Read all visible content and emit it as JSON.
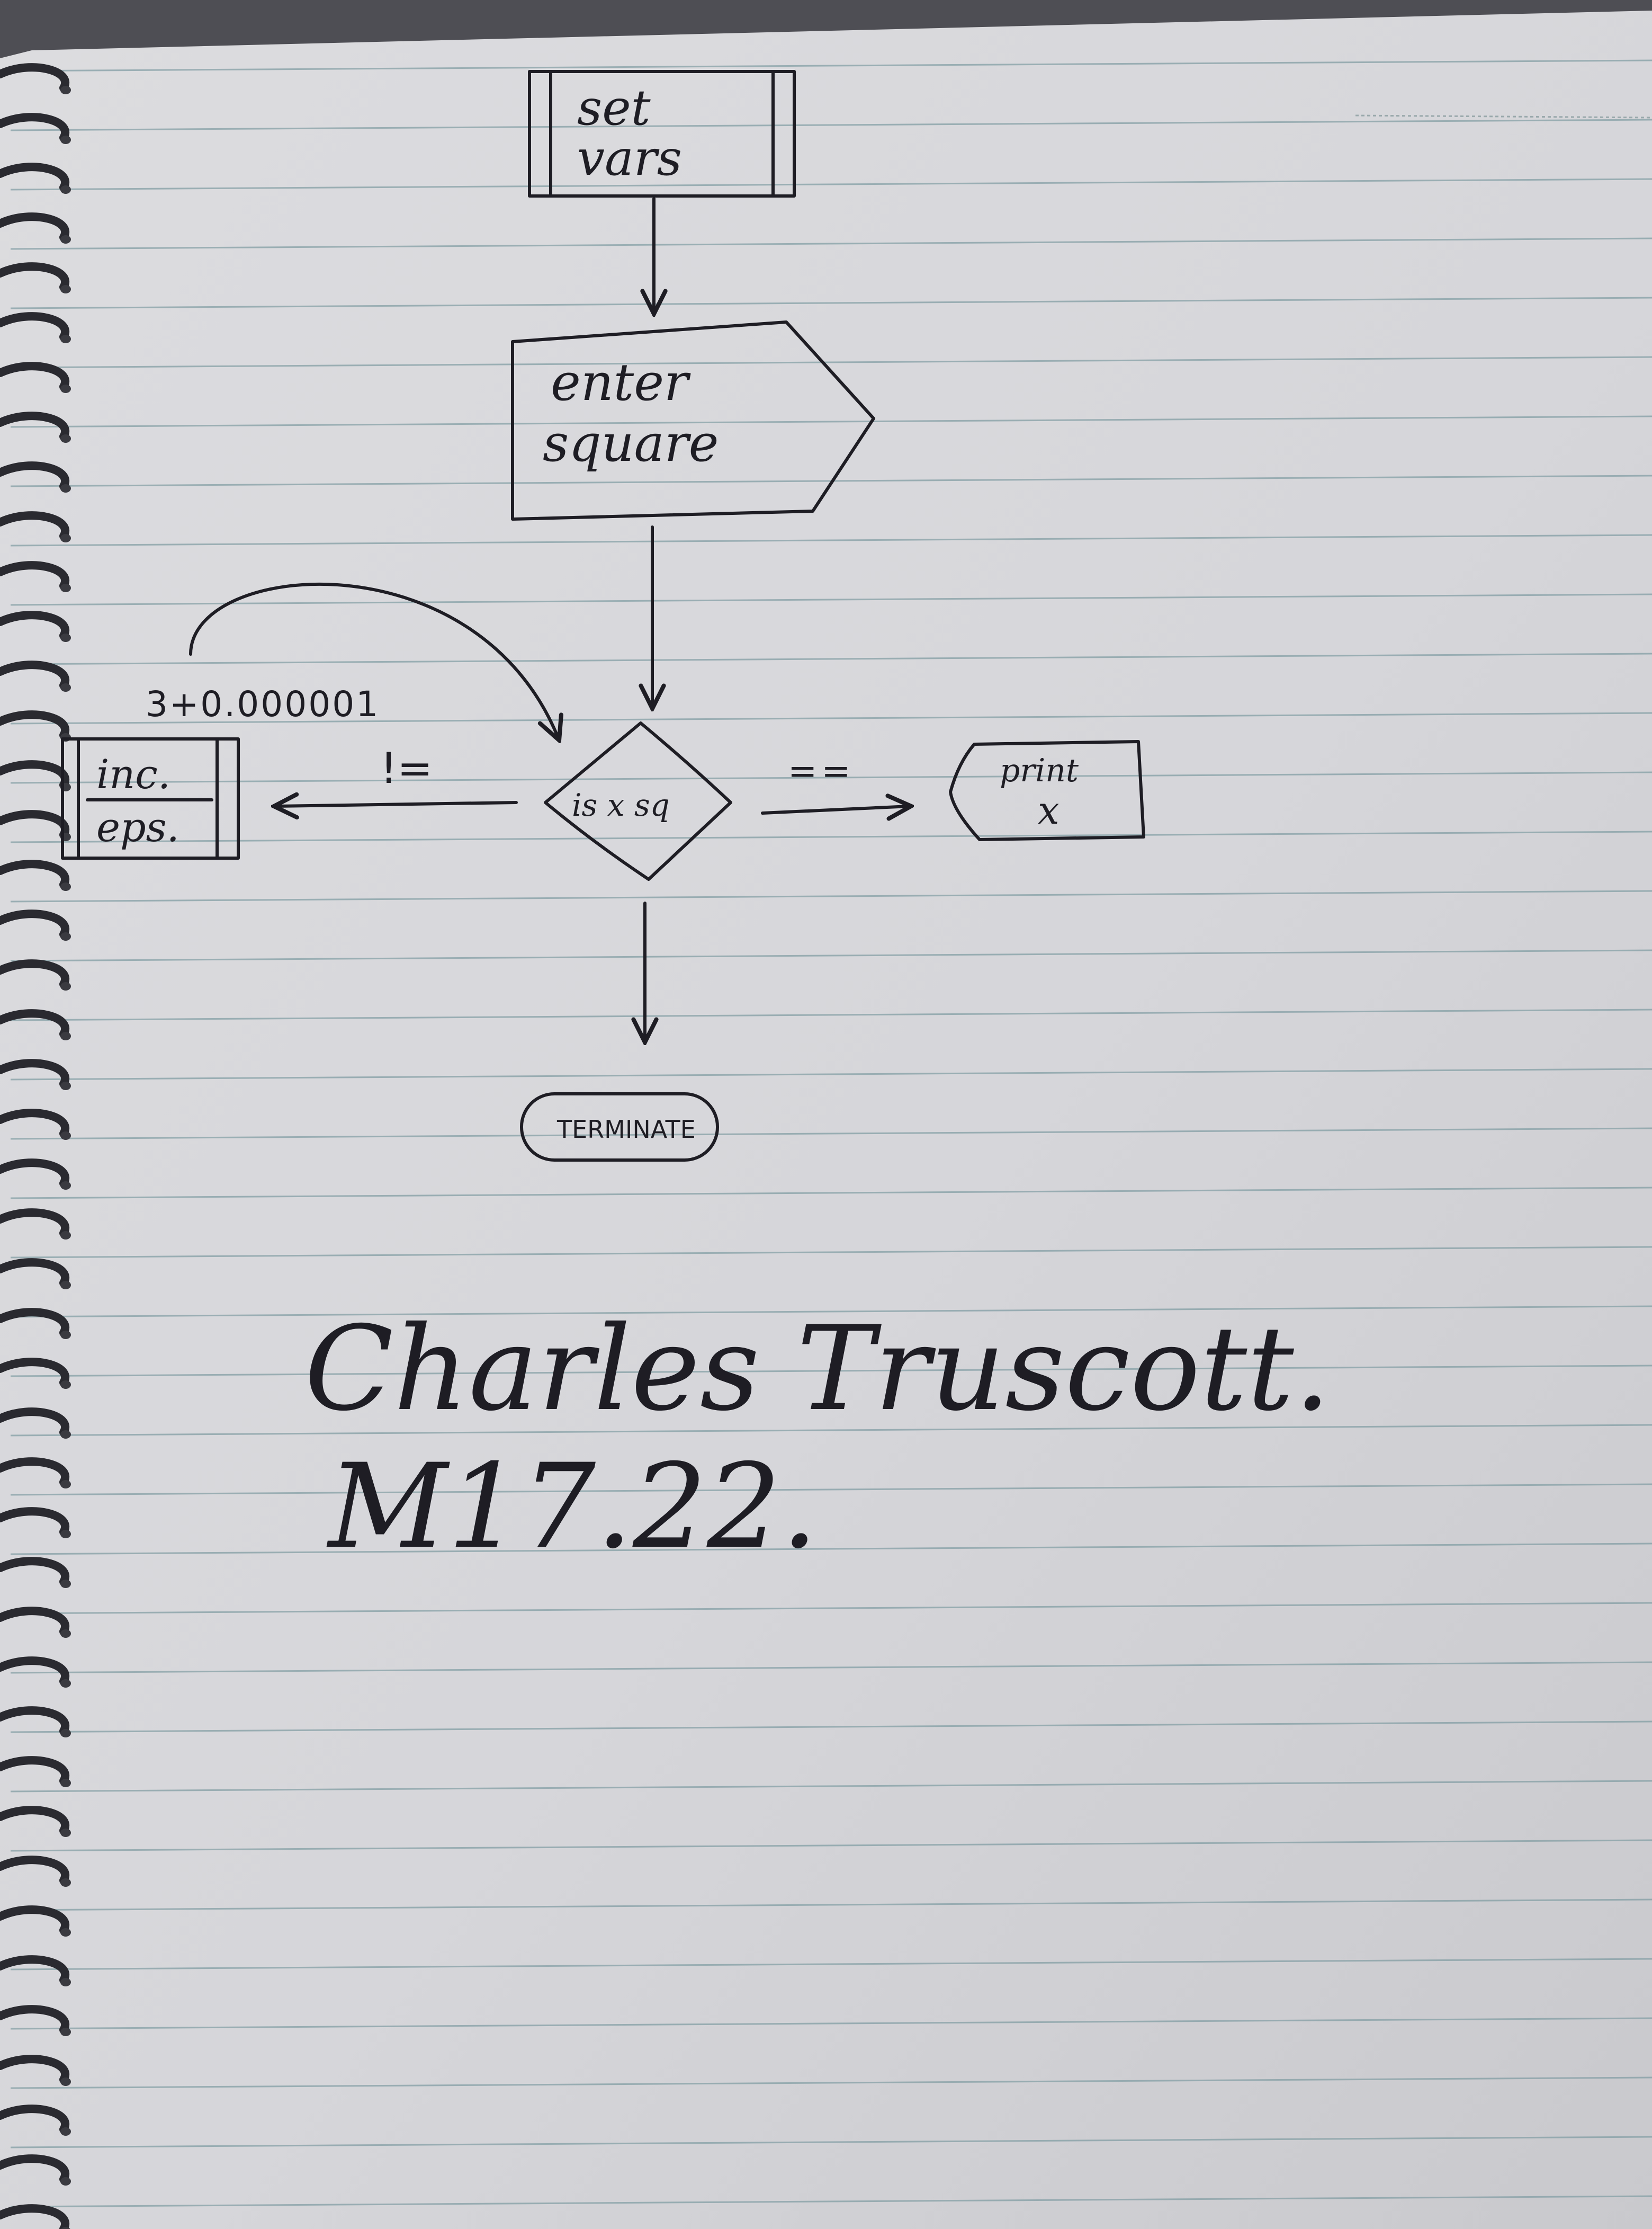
{
  "diagram": {
    "nodes": {
      "set_vars": [
        "set",
        "vars"
      ],
      "enter_square": [
        "enter",
        "square"
      ],
      "decision": "is x sq",
      "inc_eps": [
        "inc.",
        "eps."
      ],
      "print_x": [
        "print",
        "x"
      ],
      "terminate": "TERMINATE"
    },
    "edges": {
      "not_equal_label": "!=",
      "equal_label": "==",
      "loop_label": "3+0.000001"
    }
  },
  "signature": {
    "name": "Charles Truscott.",
    "date": "M17.22."
  },
  "colors": {
    "paper": "#d9d9dc",
    "rule_line": "#7f9ca2",
    "ink": "#1e1d24",
    "binding": "#2a2a30"
  }
}
